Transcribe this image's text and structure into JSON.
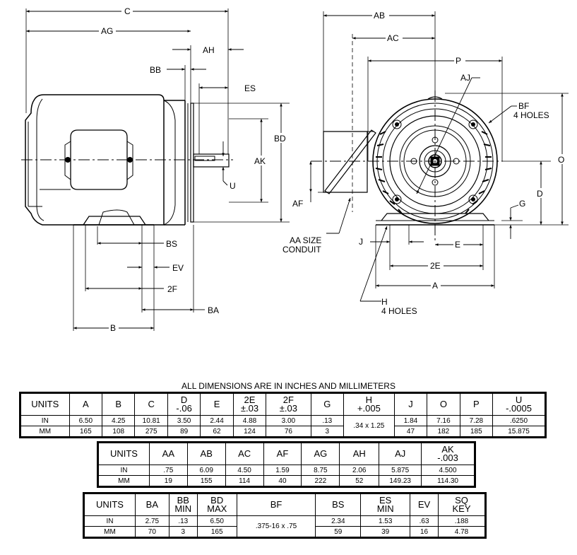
{
  "labels": {
    "side": {
      "C": "C",
      "AG": "AG",
      "AH": "AH",
      "BB": "BB",
      "ES": "ES",
      "BD": "BD",
      "AK": "AK",
      "U": "U",
      "BS": "BS",
      "EV": "EV",
      "F2": "2F",
      "BA": "BA",
      "B": "B"
    },
    "end": {
      "AB": "AB",
      "AC": "AC",
      "P": "P",
      "AJ": "AJ",
      "BF": "BF",
      "BF_note": "4 HOLES",
      "O": "O",
      "AF": "AF",
      "D": "D",
      "G": "G",
      "AA": "AA SIZE",
      "AA_note": "CONDUIT",
      "J": "J",
      "E": "E",
      "E2": "2E",
      "A": "A",
      "H": "H",
      "H_note": "4 HOLES"
    }
  },
  "caption": "ALL DIMENSIONS ARE IN INCHES AND MILLIMETERS",
  "table1": {
    "headers": [
      [
        "UNITS"
      ],
      [
        "A"
      ],
      [
        "B"
      ],
      [
        "C"
      ],
      [
        "D",
        "-.06"
      ],
      [
        "E"
      ],
      [
        "2E",
        "±.03"
      ],
      [
        "2F",
        "±.03"
      ],
      [
        "G"
      ],
      [
        "H",
        "+.005"
      ],
      [
        "J"
      ],
      [
        "O"
      ],
      [
        "P"
      ],
      [
        "U",
        "-.0005"
      ]
    ],
    "in": {
      "units": "IN",
      "A": "6.50",
      "B": "4.25",
      "C": "10.81",
      "D": "3.50",
      "E": "2.44",
      "E2": "4.88",
      "F2": "3.00",
      "G": ".13",
      "J": "1.84",
      "O": "7.16",
      "P": "7.28",
      "U": ".6250"
    },
    "mm": {
      "units": "MM",
      "A": "165",
      "B": "108",
      "C": "275",
      "D": "89",
      "E": "62",
      "E2": "124",
      "F2": "76",
      "G": "3",
      "J": "47",
      "O": "182",
      "P": "185",
      "U": "15.875"
    },
    "H_value": ".34 x 1.25"
  },
  "table2": {
    "headers": [
      [
        "UNITS"
      ],
      [
        "AA"
      ],
      [
        "AB"
      ],
      [
        "AC"
      ],
      [
        "AF"
      ],
      [
        "AG"
      ],
      [
        "AH"
      ],
      [
        "AJ"
      ],
      [
        "AK",
        "-.003"
      ]
    ],
    "in": {
      "units": "IN",
      "AA": ".75",
      "AB": "6.09",
      "AC": "4.50",
      "AF": "1.59",
      "AG": "8.75",
      "AH": "2.06",
      "AJ": "5.875",
      "AK": "4.500"
    },
    "mm": {
      "units": "MM",
      "AA": "19",
      "AB": "155",
      "AC": "114",
      "AF": "40",
      "AG": "222",
      "AH": "52",
      "AJ": "149.23",
      "AK": "114.30"
    }
  },
  "table3": {
    "headers": [
      [
        "UNITS"
      ],
      [
        "BA"
      ],
      [
        "BB",
        "MIN"
      ],
      [
        "BD",
        "MAX"
      ],
      [
        "BF"
      ],
      [
        "BS"
      ],
      [
        "ES",
        "MIN"
      ],
      [
        "EV"
      ],
      [
        "SQ",
        "KEY"
      ]
    ],
    "in": {
      "units": "IN",
      "BA": "2.75",
      "BB": ".13",
      "BD": "6.50",
      "BS": "2.34",
      "ES": "1.53",
      "EV": ".63",
      "SQ": ".188"
    },
    "mm": {
      "units": "MM",
      "BA": "70",
      "BB": "3",
      "BD": "165",
      "BS": "59",
      "ES": "39",
      "EV": "16",
      "SQ": "4.78"
    },
    "BF_value": ".375-16 x .75"
  }
}
